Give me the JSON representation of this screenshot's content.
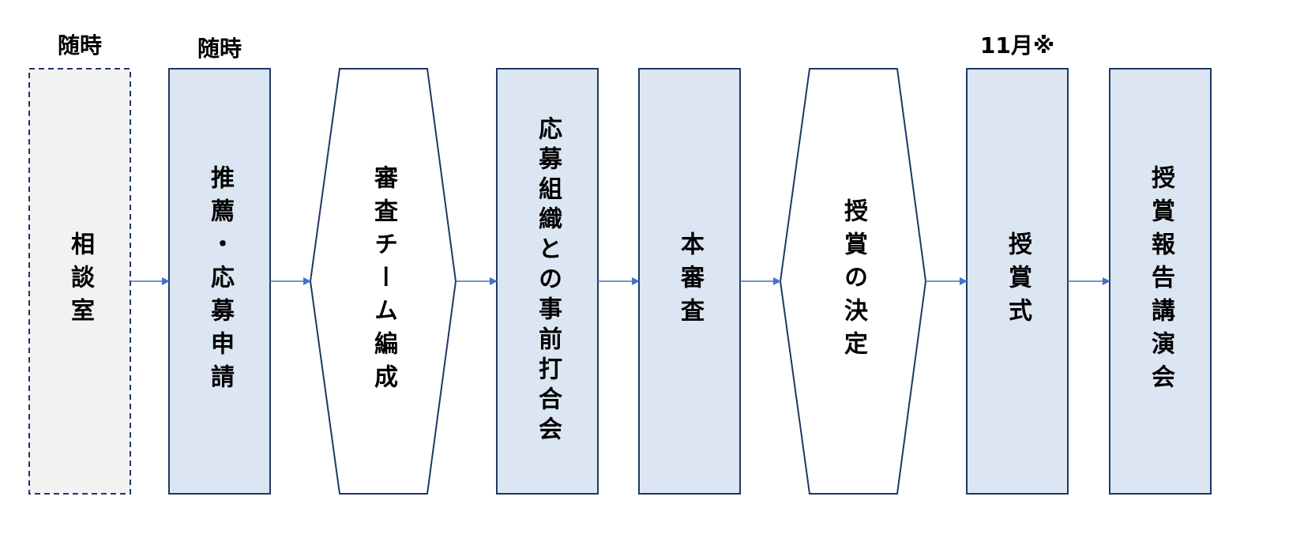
{
  "colors": {
    "box_fill": "#dce6f2",
    "room_fill": "#f2f2f2",
    "border": "#1f3864",
    "arrow": "#4472c4"
  },
  "timing": {
    "consult": "随時",
    "apply": "随時",
    "ceremony": "11月※"
  },
  "steps": [
    {
      "label": "相談室",
      "shape": "dashed-rect"
    },
    {
      "label": "推薦・応募申請",
      "shape": "rect"
    },
    {
      "label": "審査チーム編成",
      "shape": "hexagon"
    },
    {
      "label": "応募組織との事前打合会",
      "shape": "rect"
    },
    {
      "label": "本審査",
      "shape": "rect"
    },
    {
      "label": "授賞の決定",
      "shape": "hexagon"
    },
    {
      "label": "授賞式",
      "shape": "rect"
    },
    {
      "label": "授賞報告講演会",
      "shape": "rect"
    }
  ]
}
